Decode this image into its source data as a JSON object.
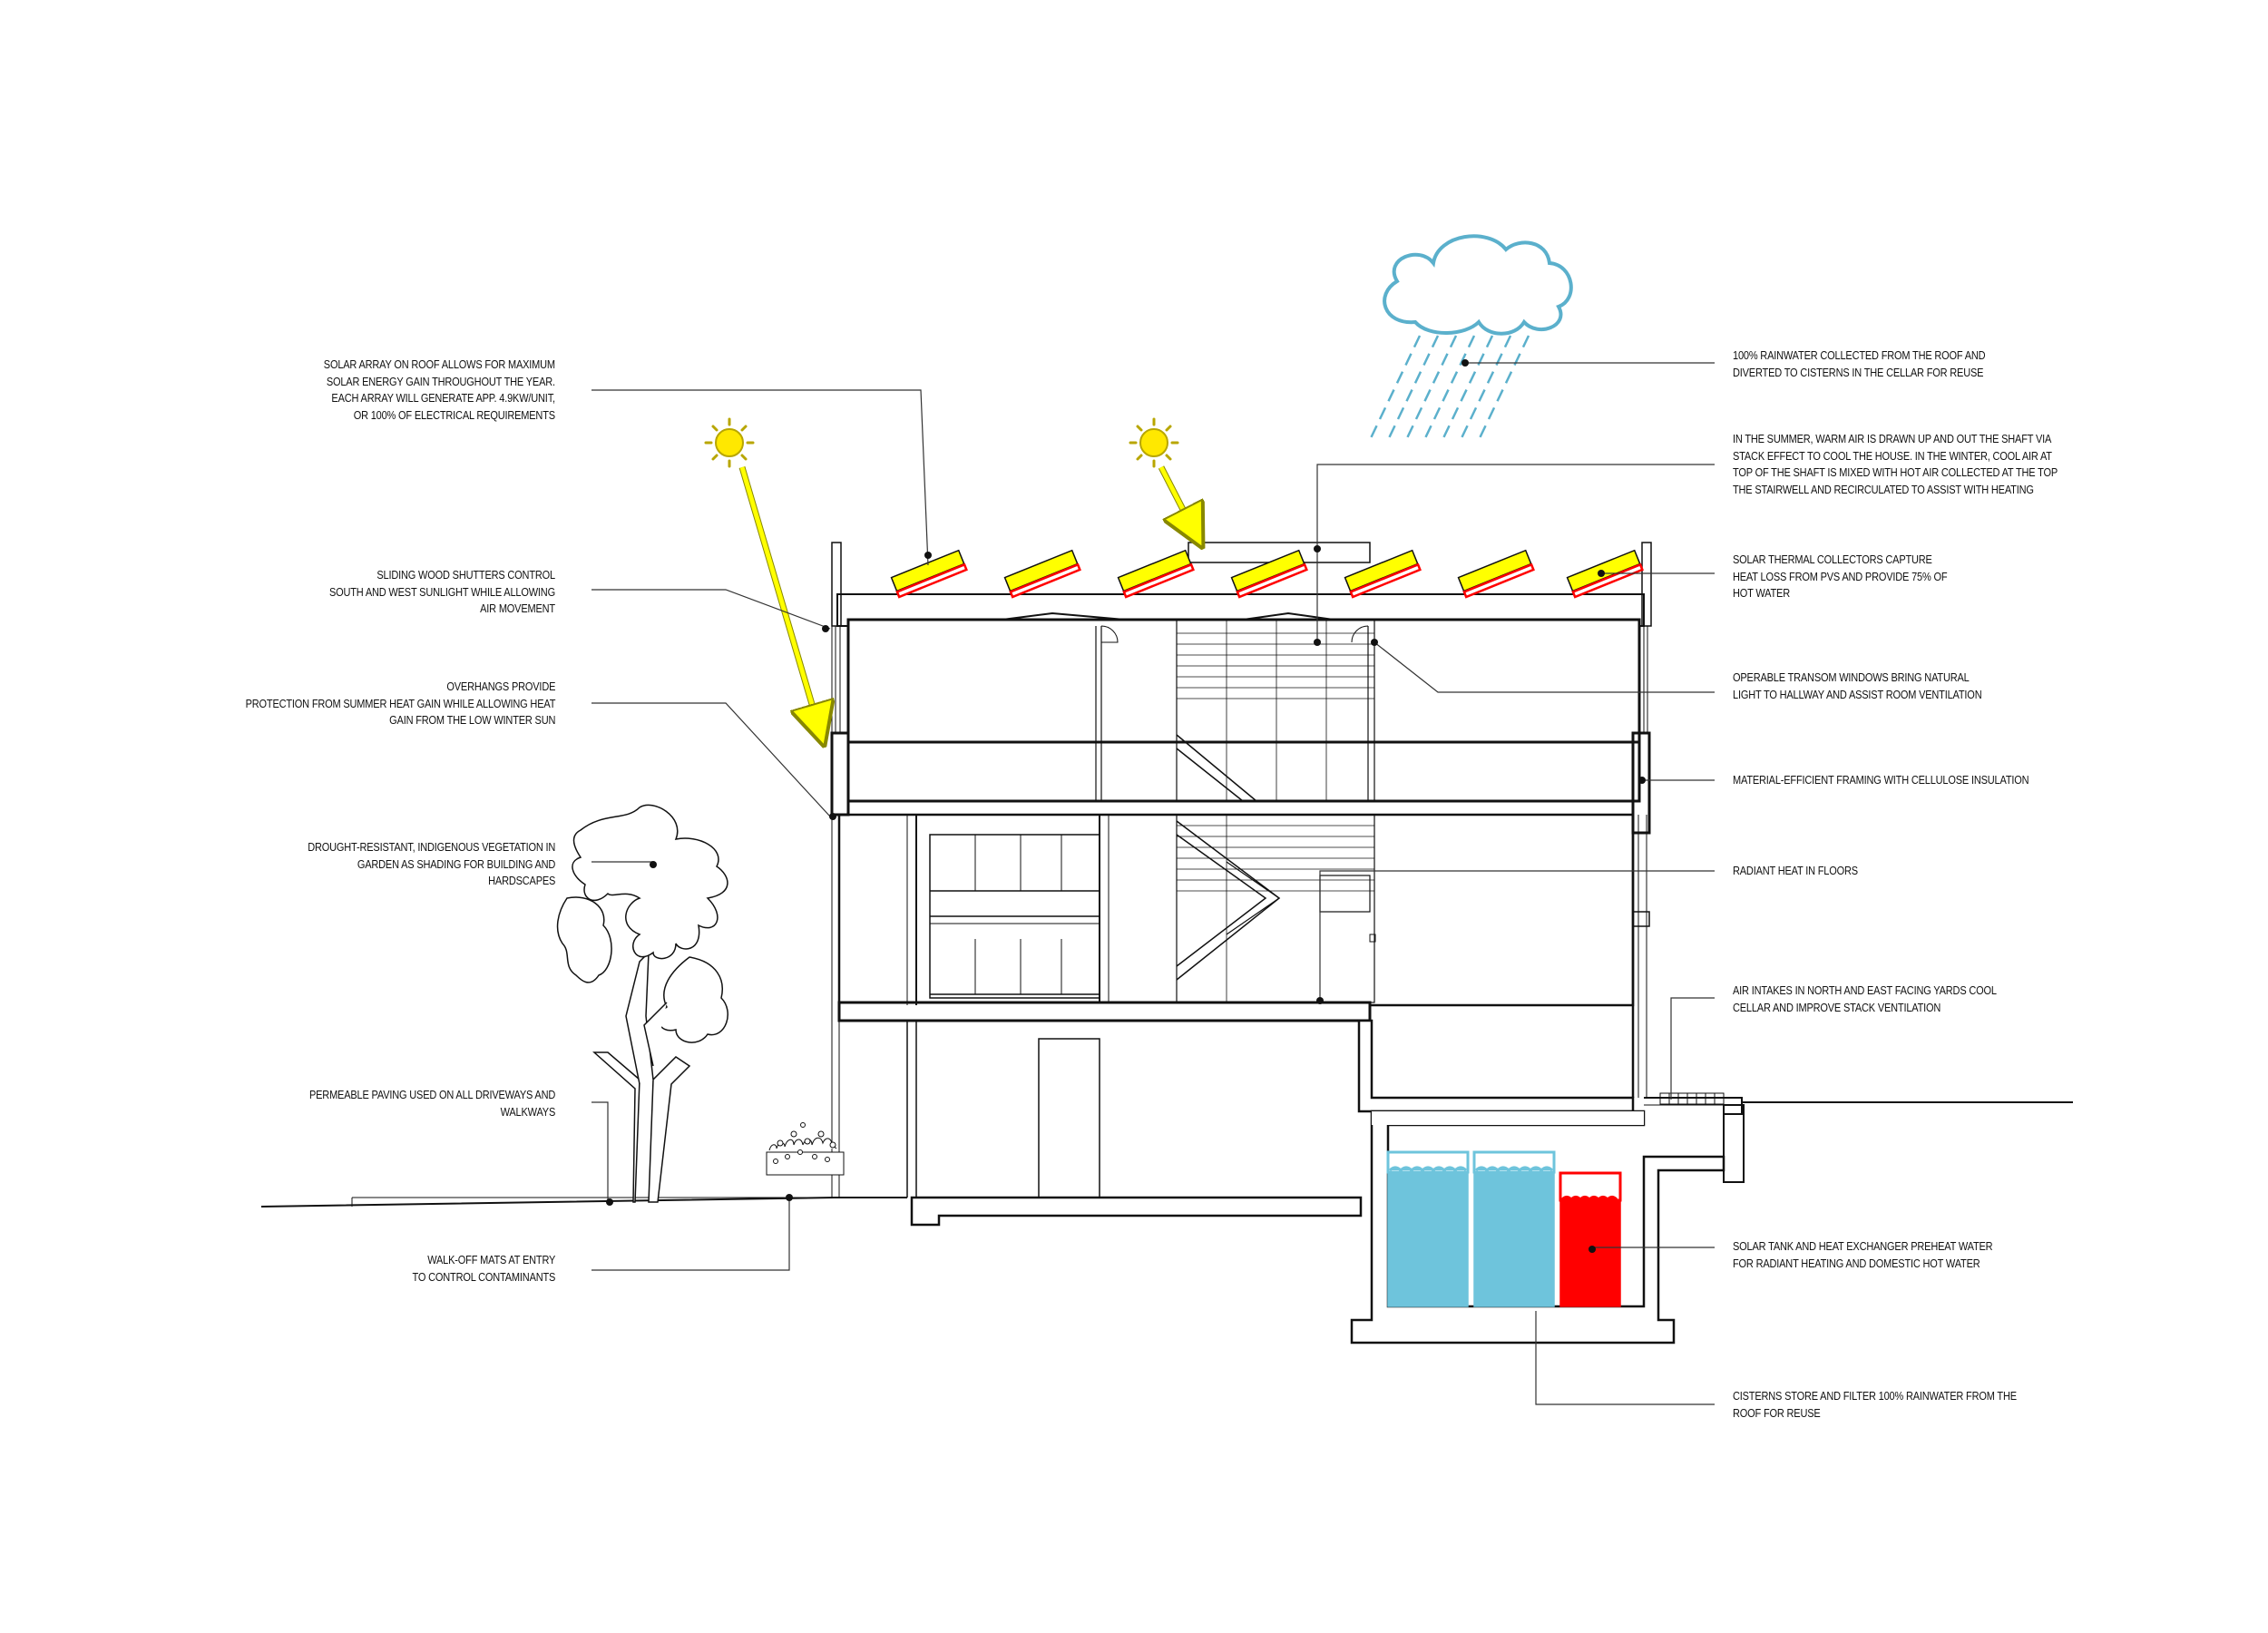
{
  "colors": {
    "line": "#111111",
    "water": "#6ec4dc",
    "hot_water": "#ff0000",
    "solar_panel": "#ffff00",
    "sun": "#ffe800",
    "sun_stroke": "#b8a600",
    "cloud": "#5bb0cc",
    "rain": "#5bb0cc"
  },
  "annotations": {
    "solar_array": [
      "SOLAR ARRAY ON ROOF ALLOWS FOR MAXIMUM",
      "SOLAR ENERGY GAIN THROUGHOUT THE YEAR.",
      "EACH ARRAY WILL GENERATE app. 4.9kW/UNIT,",
      "OR 100% OF ELECTRICAL REQUIREMENTS"
    ],
    "shutters": [
      "SLIDING WOOD SHUTTERS  CONTROL",
      "SOUTH AND WEST SUNLIGHT WHILE ALLOWING",
      "AIR MOVEMENT"
    ],
    "overhangs": [
      "OVERHANGS PROVIDE",
      "PROTECTION FROM SUMMER HEAT GAIN WHILE ALLOWING HEAT",
      "GAIN FROM THE LOW WINTER SUN"
    ],
    "vegetation": [
      "DROUGHT-RESISTANT, INDIGENOUS VEGETATION IN",
      "GARDEN AS SHADING FOR BUILDING AND",
      "HARDSCAPES"
    ],
    "paving": [
      "PERMEABLE PAVING USED ON ALL DRIVEWAYS AND",
      "WALKWAYS"
    ],
    "mats": [
      "WALK-OFF MATS AT ENTRY",
      "TO CONTROL CONTAMINANTS"
    ],
    "rainwater": [
      "100% RAINWATER COLLECTED FROM THE ROOF AND",
      "DIVERTED TO CISTERNS IN THE CELLAR FOR REUSE"
    ],
    "stack": [
      "IN THE SUMMER, WARM AIR IS DRAWN UP AND OUT THE SHAFT  VIA",
      "STACK EFFECT TO COOL THE HOUSE. IN THE WINTER, COOL AIR AT",
      "TOP OF THE SHAFT IS MIXED WITH HOT AIR COLLECTED AT THE TOP",
      "THE STAIRWELL AND RECIRCULATED TO ASSIST WITH HEATING"
    ],
    "thermal": [
      "SOLAR THERMAL COLLECTORS CAPTURE",
      "HEAT LOSS FROM PVs  AND PROVIDE 75% OF",
      "HOT WATER"
    ],
    "transom": [
      "OPERABLE TRANSOM WINDOWS BRING NATURAL",
      "LIGHT TO HALLWAY AND ASSIST ROOM VENTILATION"
    ],
    "framing": [
      "MATERIAL-EFFICIENT FRAMING WITH CELLULOSE INSULATION"
    ],
    "radiant": [
      "RADIANT HEAT IN FLOORS"
    ],
    "air_intakes": [
      "AIR INTAKES IN NORTH AND EAST FACING YARDS COOL",
      "CELLAR AND IMPROVE STACK VENTILATION"
    ],
    "solar_tank": [
      "SOLAR TANK AND HEAT EXCHANGER PREHEAT WATER",
      "FOR RADIANT HEATING AND DOMESTIC HOT WATER"
    ],
    "cisterns": [
      "CISTERNS STORE AND FILTER 100% RAINWATER FROM THE",
      "ROOF FOR REUSE"
    ]
  }
}
